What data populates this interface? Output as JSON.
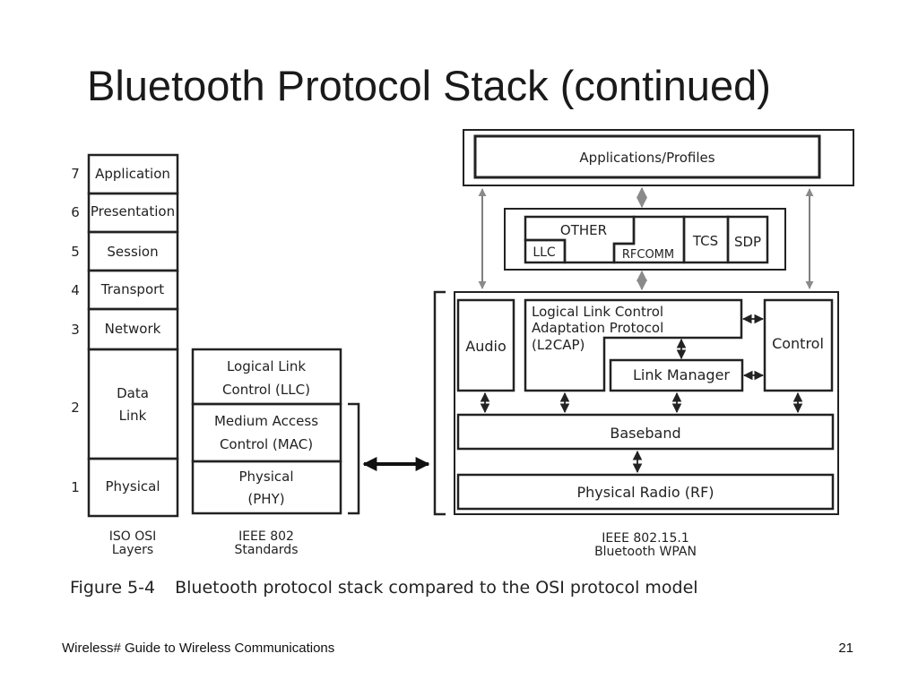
{
  "slide": {
    "title": "Bluetooth Protocol Stack (continued)",
    "caption_label": "Figure 5-4",
    "caption_text": "Bluetooth protocol stack compared to the OSI protocol model",
    "footer_left": "Wireless# Guide to Wireless Communications",
    "page_number": "21"
  },
  "osi": {
    "numbers": [
      "7",
      "6",
      "5",
      "4",
      "3",
      "2",
      "1"
    ],
    "layers": [
      "Application",
      "Presentation",
      "Session",
      "Transport",
      "Network"
    ],
    "data_link_line1": "Data",
    "data_link_line2": "Link",
    "physical": "Physical",
    "label_line1": "ISO OSI",
    "label_line2": "Layers"
  },
  "ieee802": {
    "llc_line1": "Logical Link",
    "llc_line2": "Control (LLC)",
    "mac_line1": "Medium Access",
    "mac_line2": "Control (MAC)",
    "phy_line1": "Physical",
    "phy_line2": "(PHY)",
    "label_line1": "IEEE 802",
    "label_line2": "Standards"
  },
  "bluetooth": {
    "applications": "Applications/Profiles",
    "other": "OTHER",
    "llc": "LLC",
    "rfcomm": "RFCOMM",
    "tcs": "TCS",
    "sdp": "SDP",
    "audio": "Audio",
    "l2cap_line1": "Logical Link Control",
    "l2cap_line2": "Adaptation Protocol",
    "l2cap_line3": "(L2CAP)",
    "control": "Control",
    "link_manager": "Link Manager",
    "baseband": "Baseband",
    "radio": "Physical Radio (RF)",
    "label_line1": "IEEE 802.15.1",
    "label_line2": "Bluetooth WPAN"
  }
}
